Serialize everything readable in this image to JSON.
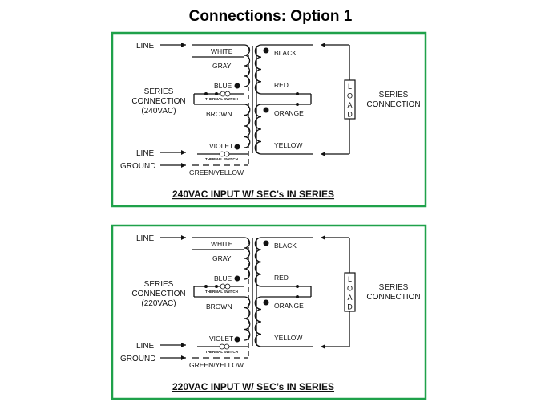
{
  "title": "Connections: Option 1",
  "colors": {
    "border": "#1fa14a",
    "ink": "#111111"
  },
  "diagrams": [
    {
      "caption": "240VAC INPUT  W/ SEC’s IN SERIES",
      "left_labels": {
        "line_top": "LINE",
        "series": [
          "SERIES",
          "CONNECTION",
          "(240VAC)"
        ],
        "line_bottom": "LINE",
        "ground": "GROUND"
      },
      "primary": {
        "white": "WHITE",
        "gray": "GRAY",
        "blue": "BLUE",
        "brown": "BROWN",
        "violet": "VIOLET",
        "thermal_switch": "THERMAL SWITCH",
        "ground_wire": "GREEN/YELLOW"
      },
      "secondary": {
        "black": "BLACK",
        "red": "RED",
        "orange": "ORANGE",
        "yellow": "YELLOW"
      },
      "load": [
        "L",
        "O",
        "A",
        "D"
      ],
      "right_label": [
        "SERIES",
        "CONNECTION"
      ]
    },
    {
      "caption": "220VAC INPUT  W/ SEC’s IN SERIES",
      "left_labels": {
        "line_top": "LINE",
        "series": [
          "SERIES",
          "CONNECTION",
          "(220VAC)"
        ],
        "line_bottom": "LINE",
        "ground": "GROUND"
      },
      "primary": {
        "white": "WHITE",
        "gray": "GRAY",
        "blue": "BLUE",
        "brown": "BROWN",
        "violet": "VIOLET",
        "thermal_switch": "THERMAL SWITCH",
        "ground_wire": "GREEN/YELLOW"
      },
      "secondary": {
        "black": "BLACK",
        "red": "RED",
        "orange": "ORANGE",
        "yellow": "YELLOW"
      },
      "load": [
        "L",
        "O",
        "A",
        "D"
      ],
      "right_label": [
        "SERIES",
        "CONNECTION"
      ]
    }
  ]
}
